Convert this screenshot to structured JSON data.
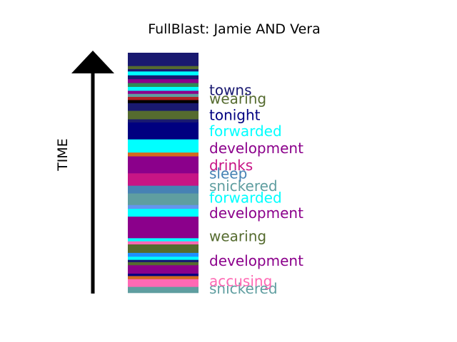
{
  "chart_data": {
    "type": "bar",
    "title": "FullBlast: Jamie AND Vera",
    "ylabel": "TIME",
    "xlabel": "",
    "grid": false,
    "segments": [
      {
        "color": "#5F9EA0",
        "rel": 8
      },
      {
        "color": "#FF69B4",
        "rel": 10
      },
      {
        "color": "#D2691E",
        "rel": 4
      },
      {
        "color": "#000080",
        "rel": 3
      },
      {
        "color": "#8B008B",
        "rel": 8
      },
      {
        "color": "#8B008B",
        "rel": 3
      },
      {
        "color": "#556B2F",
        "rel": 4
      },
      {
        "color": "#191970",
        "rel": 3
      },
      {
        "color": "#00FFFF",
        "rel": 4
      },
      {
        "color": "#1E90FF",
        "rel": 5
      },
      {
        "color": "#556B2F",
        "rel": 11
      },
      {
        "color": "#FF69B4",
        "rel": 4
      },
      {
        "color": "#00FFFF",
        "rel": 4
      },
      {
        "color": "#8B008B",
        "rel": 28
      },
      {
        "color": "#00FFFF",
        "rel": 10
      },
      {
        "color": "#6495ED",
        "rel": 5
      },
      {
        "color": "#5F9EA0",
        "rel": 15
      },
      {
        "color": "#4682B4",
        "rel": 10
      },
      {
        "color": "#C71585",
        "rel": 16
      },
      {
        "color": "#8B008B",
        "rel": 22
      },
      {
        "color": "#D2691E",
        "rel": 5
      },
      {
        "color": "#00FFFF",
        "rel": 17
      },
      {
        "color": "#000080",
        "rel": 22
      },
      {
        "color": "#191970",
        "rel": 4
      },
      {
        "color": "#556B2F",
        "rel": 11
      },
      {
        "color": "#191970",
        "rel": 10
      },
      {
        "color": "#000000",
        "rel": 4
      },
      {
        "color": "#B22222",
        "rel": 4
      },
      {
        "color": "#5F9EA0",
        "rel": 4
      },
      {
        "color": "#8B008B",
        "rel": 4
      },
      {
        "color": "#00FFFF",
        "rel": 5
      },
      {
        "color": "#2E8B57",
        "rel": 5
      },
      {
        "color": "#8B008B",
        "rel": 5
      },
      {
        "color": "#191970",
        "rel": 5
      },
      {
        "color": "#00FFFF",
        "rel": 5
      },
      {
        "color": "#191970",
        "rel": 3
      },
      {
        "color": "#556B2F",
        "rel": 4
      },
      {
        "color": "#191970",
        "rel": 17
      }
    ],
    "labels": [
      {
        "text": "snickered",
        "color": "#5F9EA0",
        "pos": 4
      },
      {
        "text": "accusing",
        "color": "#FF69B4",
        "pos": 14
      },
      {
        "text": "development",
        "color": "#8B008B",
        "pos": 40
      },
      {
        "text": "wearing",
        "color": "#556B2F",
        "pos": 72
      },
      {
        "text": "development",
        "color": "#8B008B",
        "pos": 102
      },
      {
        "text": "forwarded",
        "color": "#00FFFF",
        "pos": 122
      },
      {
        "text": "snickered",
        "color": "#5F9EA0",
        "pos": 137
      },
      {
        "text": "sleep",
        "color": "#4682B4",
        "pos": 153
      },
      {
        "text": "drinks",
        "color": "#C71585",
        "pos": 164
      },
      {
        "text": "development",
        "color": "#8B008B",
        "pos": 186
      },
      {
        "text": "forwarded",
        "color": "#00FFFF",
        "pos": 208
      },
      {
        "text": "tonight",
        "color": "#000080",
        "pos": 229
      },
      {
        "text": "wearing",
        "color": "#556B2F",
        "pos": 250
      },
      {
        "text": "towns",
        "color": "#191970",
        "pos": 261
      }
    ]
  }
}
